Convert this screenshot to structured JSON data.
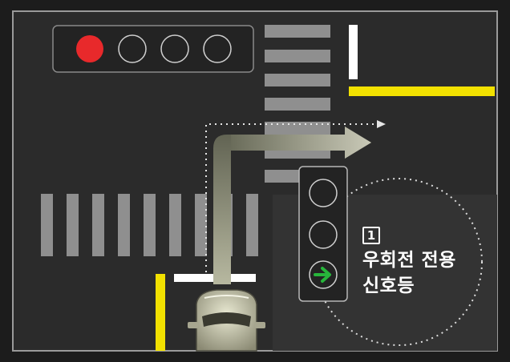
{
  "illustration": {
    "subject": "right-turn-only-signal",
    "colors": {
      "background": "#2a2a2a",
      "frame": "#9a9a9a",
      "crosswalk": "#8f8f8f",
      "stop_line": "#ffffff",
      "lane_yellow": "#f2e100",
      "signal_red": "#e8292b",
      "signal_green": "#27b53b",
      "arrow": "#9a9b85"
    },
    "main_signal": {
      "lamps": [
        "red-lit",
        "off",
        "off",
        "off"
      ]
    },
    "right_turn_signal": {
      "lamps": [
        "off",
        "off",
        "green-arrow-lit"
      ]
    },
    "label": {
      "number": "1",
      "line1": "우회전 전용",
      "line2": "신호등"
    }
  }
}
